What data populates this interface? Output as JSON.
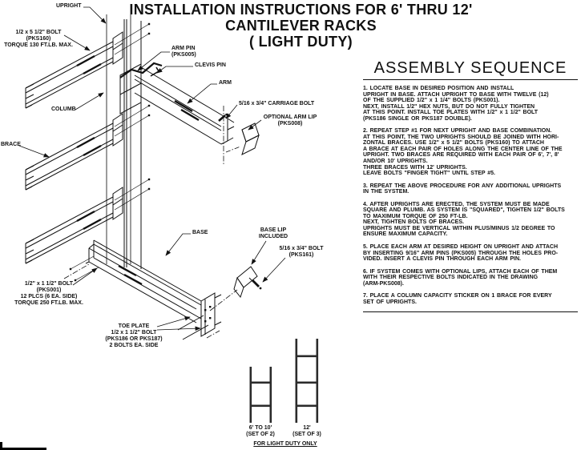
{
  "title": {
    "line1": "INSTALLATION INSTRUCTIONS FOR 6' THRU 12'",
    "line2": "CANTILEVER RACKS",
    "line3": "( LIGHT DUTY)"
  },
  "callouts": {
    "upright": "UPRIGHT",
    "brace_bolt": [
      "1/2 x 5 1/2\" BOLT",
      "(PKS160)",
      "TORQUE 130 FT.LB. MAX."
    ],
    "arm_pin": [
      "ARM PIN",
      "(PKS005)"
    ],
    "clevis_pin": "CLEVIS PIN",
    "arm": "ARM",
    "carriage_bolt": "5/16 x 3/4\" CARRIAGE BOLT",
    "optional_arm_lip": [
      "OPTIONAL ARM LIP",
      "(PKS008)"
    ],
    "column": "COLUMB",
    "brace": "BRACE",
    "base": "BASE",
    "base_lip": [
      "BASE LIP",
      "INCLUDED"
    ],
    "base_lip_bolt": [
      "5/16 x 3/4\" BOLT",
      "(PKS161)"
    ],
    "anchor_bolt": [
      "1/2\" x 1 1/2\" BOLT",
      "(PKS001)",
      "12 PLCS (6 EA. SIDE)",
      "TORQUE 250 FT.LB. MAX."
    ],
    "toe_plate": [
      "TOE PLATE",
      "1/2 x 1 1/2\" BOLT",
      "(PKS186 OR PKS187)",
      "2 BOLTS EA. SIDE"
    ]
  },
  "assembly": {
    "heading": "ASSEMBLY SEQUENCE",
    "steps": [
      {
        "lines": [
          "1. LOCATE BASE IN DESIRED POSITION AND INSTALL",
          "UPRIGHT IN BASE. ATTACH UPRIGHT TO BASE WITH TWELVE (12)",
          "OF THE SUPPLIED 1/2\" x 1 1/4\" BOLTS (PKS001).",
          "NEXT, INSTALL 1/2\" HEX NUTS, BUT DO NOT FULLY TIGHTEN",
          "AT THIS POINT. INSTALL TOE PLATES WITH 1/2\" x 1 1/2\" BOLT",
          "(PKS186 SINGLE OR PKS187 DOUBLE)."
        ]
      },
      {
        "lines": [
          "2. REPEAT STEP #1 FOR NEXT UPRIGHT AND BASE COMBINATION.",
          "AT THIS POINT, THE TWO UPRIGHTS SHOULD BE JOINED WITH HORI-",
          "ZONTAL BRACES. USE 1/2\" x 5 1/2\" BOLTS (PKS160) TO ATTACH",
          "A BRACE AT EACH PAIR OF HOLES ALONG THE CENTER LINE OF THE",
          "UPRIGHT. TWO BRACES ARE REQUIRED WITH EACH PAIR OF 6', 7', 8'",
          "AND/OR 10' UPRIGHTS.",
          "THREE BRACES WITH 12' UPRIGHTS.",
          "LEAVE BOLTS \"FINGER TIGHT\" UNTIL STEP #5."
        ]
      },
      {
        "lines": [
          "3. REPEAT THE ABOVE PROCEDURE FOR ANY ADDITIONAL UPRIGHTS",
          "IN THE SYSTEM."
        ]
      },
      {
        "lines": [
          "4. AFTER UPRIGHTS ARE ERECTED, THE SYSTEM MUST BE MADE",
          "SQUARE AND PLUMB. AS SYSTEM IS \"SQUARED\", TIGHTEN 1/2\" BOLTS",
          "TO MAXIMUM TORQUE OF 250 FT-LB.",
          "NEXT, TIGHTEN BOLTS OF BRACES.",
          "UPRIGHTS MUST BE VERTICAL WITHIN PLUS/MINUS 1/2 DEGREE TO",
          "ENSURE MAXIMUM CAPACITY."
        ]
      },
      {
        "lines": [
          "5. PLACE EACH ARM AT DESIRED HEIGHT ON UPRIGHT AND ATTACH",
          "BY INSERTING 9/16\" ARM PINS (PKS005) THROUGH THE HOLES PRO-",
          "VIDED. INSERT A CLEVIS PIN THROUGH EACH ARM PIN."
        ]
      },
      {
        "lines": [
          "6. IF SYSTEM COMES WITH OPTIONAL LIPS, ATTACH EACH OF THEM",
          "WITH THEIR RESPECTIVE BOLTS INDICATED IN THE DRAWING",
          "(ARM-PKS008)."
        ]
      },
      {
        "lines": [
          "7. PLACE A COLUMN CAPACITY STICKER ON 1 BRACE FOR EVERY",
          "SET OF UPRIGHTS."
        ]
      }
    ]
  },
  "footer": {
    "set_small": [
      "6' TO 10'",
      "(SET OF 2)"
    ],
    "set_tall": [
      "12'",
      "(SET OF 3)"
    ],
    "note": "FOR LIGHT DUTY ONLY"
  },
  "colors": {
    "ink": "#111111",
    "muted_line": "#9c9c9c"
  }
}
